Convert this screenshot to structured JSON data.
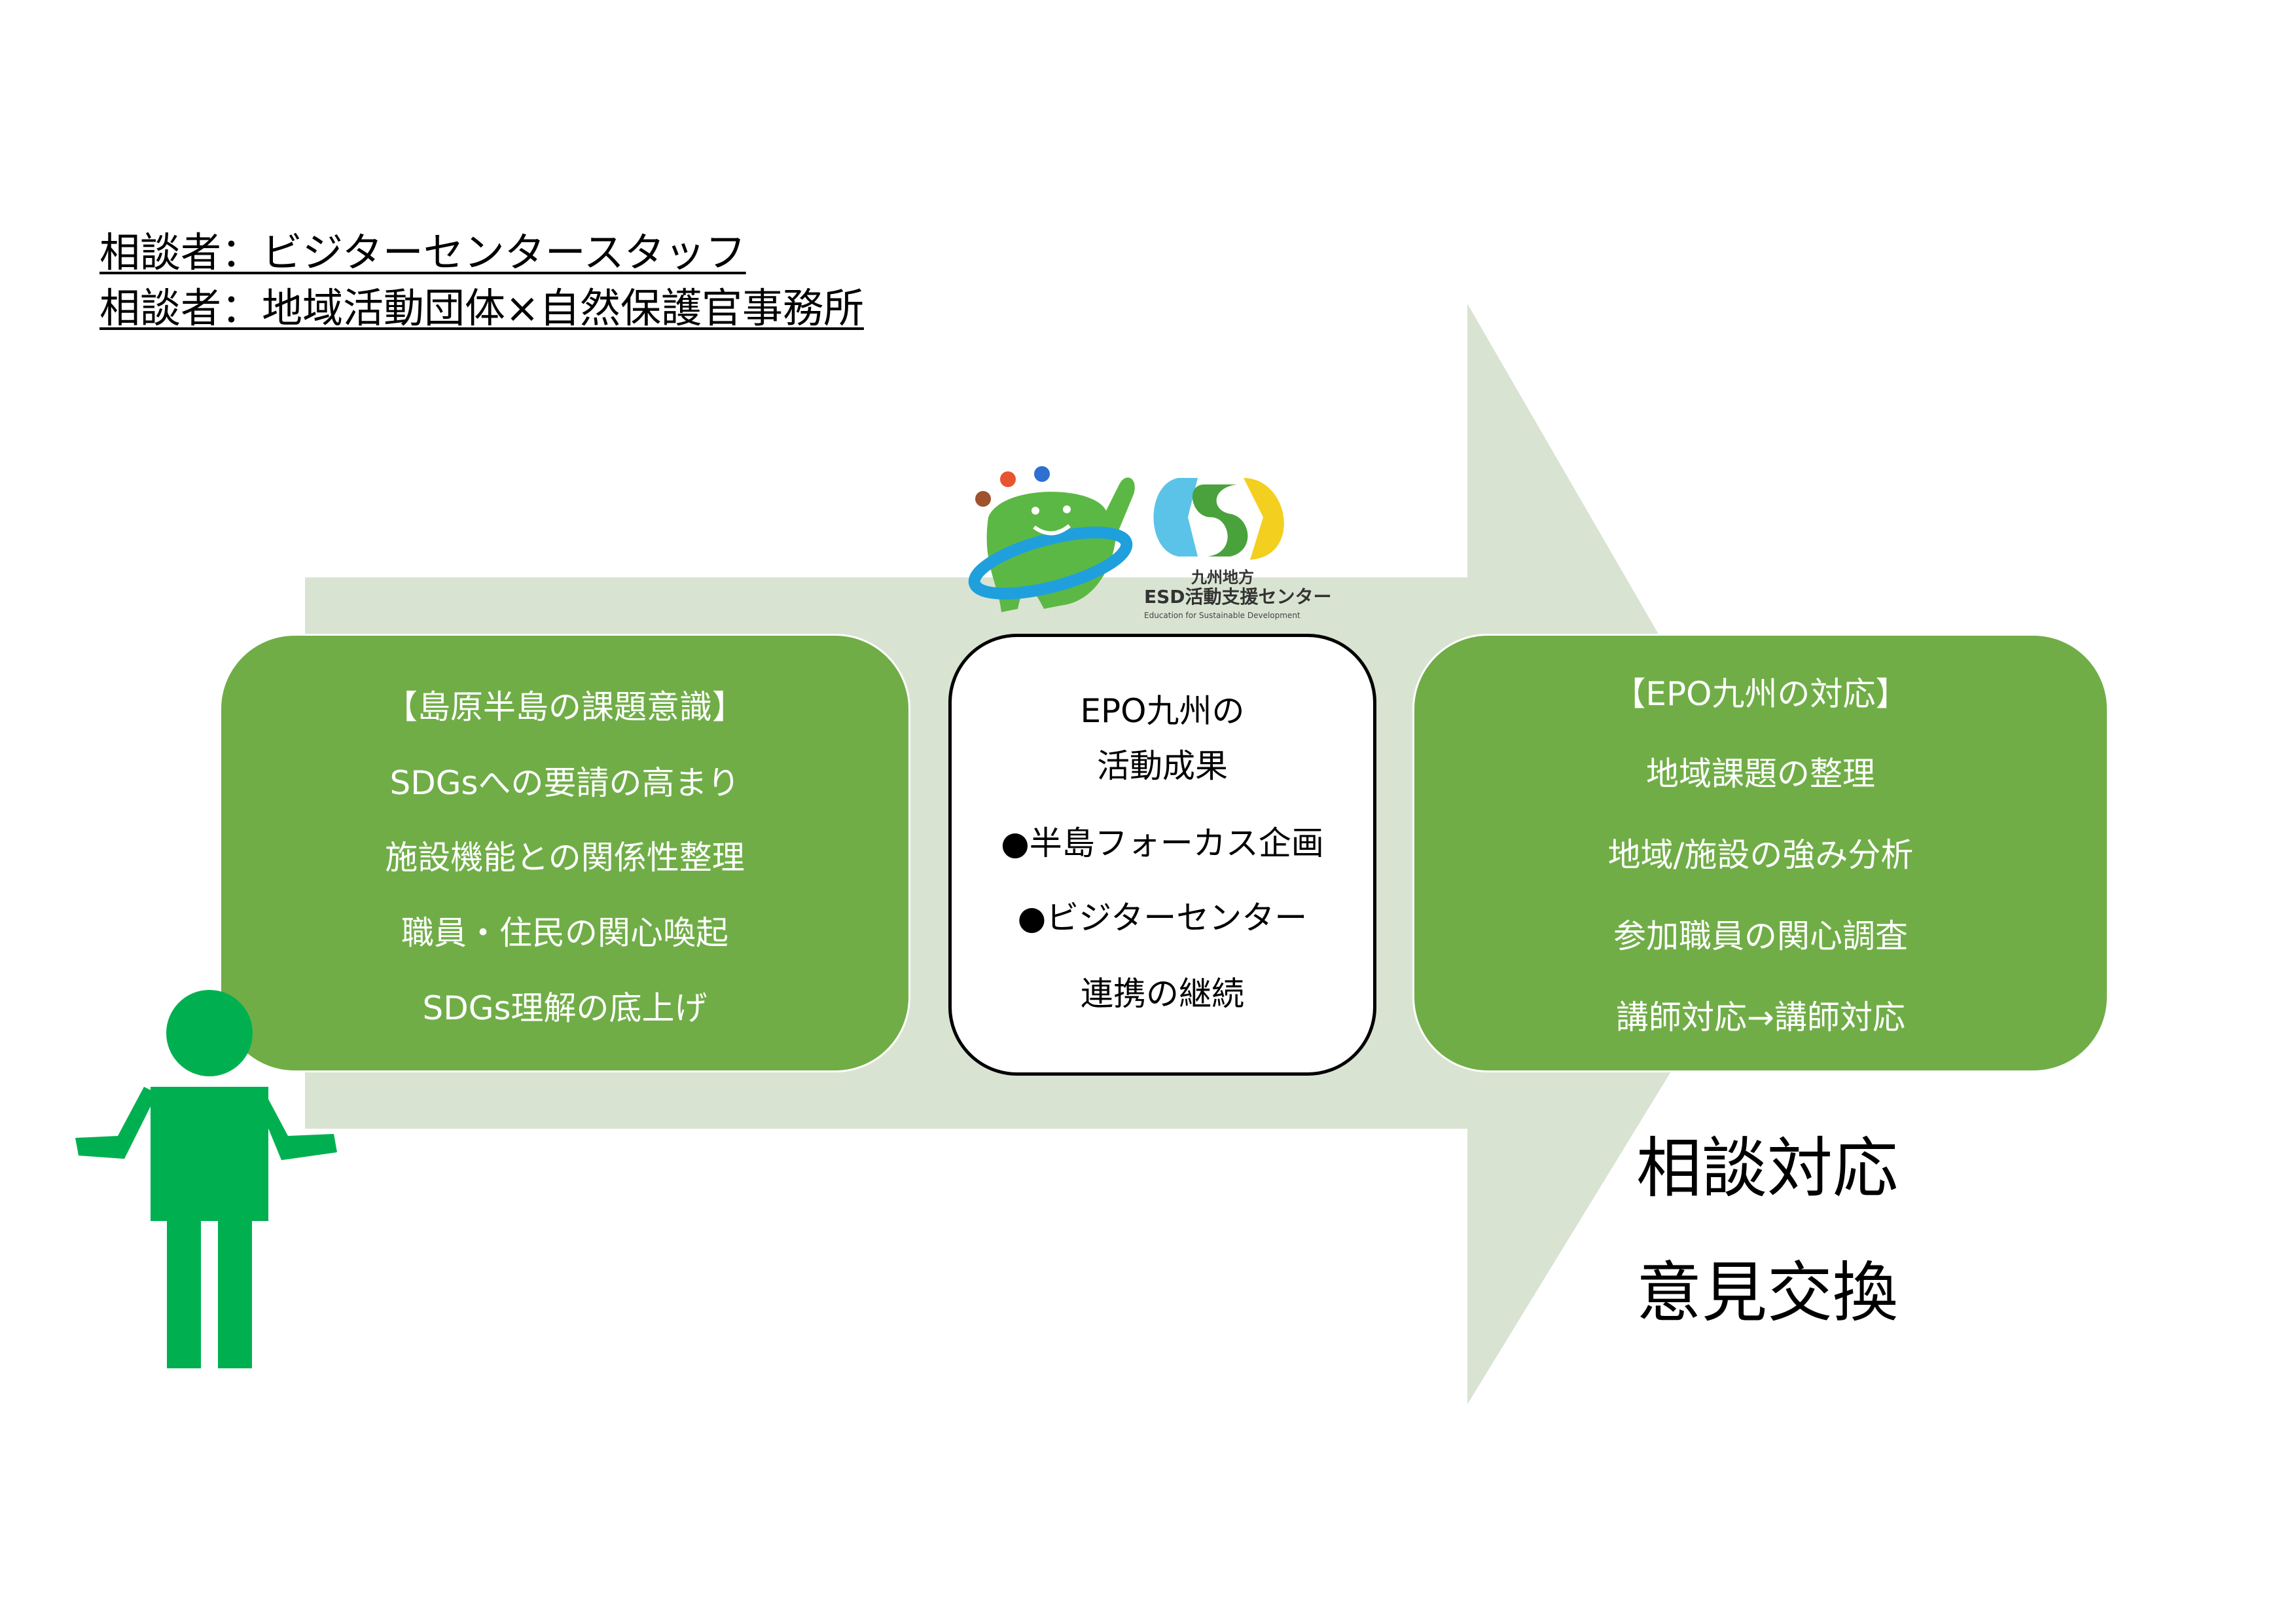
{
  "header": {
    "line1": "相談者：ビジターセンタースタッフ",
    "line2": "相談者：地域活動団体×自然保護官事務所"
  },
  "left_box": {
    "title": "【島原半島の課題意識】",
    "items": [
      "SDGsへの要請の高まり",
      "施設機能との関係性整理",
      "職員・住民の関心喚起",
      "SDGs理解の底上げ"
    ]
  },
  "center_box": {
    "title_line1": "EPO九州の",
    "title_line2": "活動成果",
    "items": [
      "●半島フォーカス企画",
      "●ビジターセンター",
      "連携の継続"
    ]
  },
  "right_box": {
    "title": "【EPO九州の対応】",
    "items": [
      "地域課題の整理",
      "地域/施設の強み分析",
      "参加職員の関心調査",
      "講師対応→講師対応"
    ]
  },
  "bottom_right": {
    "line1": "相談対応",
    "line2": "意見交換"
  },
  "logo": {
    "line1": "九州地方",
    "line2": "ESD活動支援センター",
    "line3": "Education for Sustainable Development",
    "icon": "esd-logo-icon"
  },
  "colors": {
    "arrow": "#d9e3d2",
    "box_green": "#70ad47",
    "person": "#00b050"
  }
}
